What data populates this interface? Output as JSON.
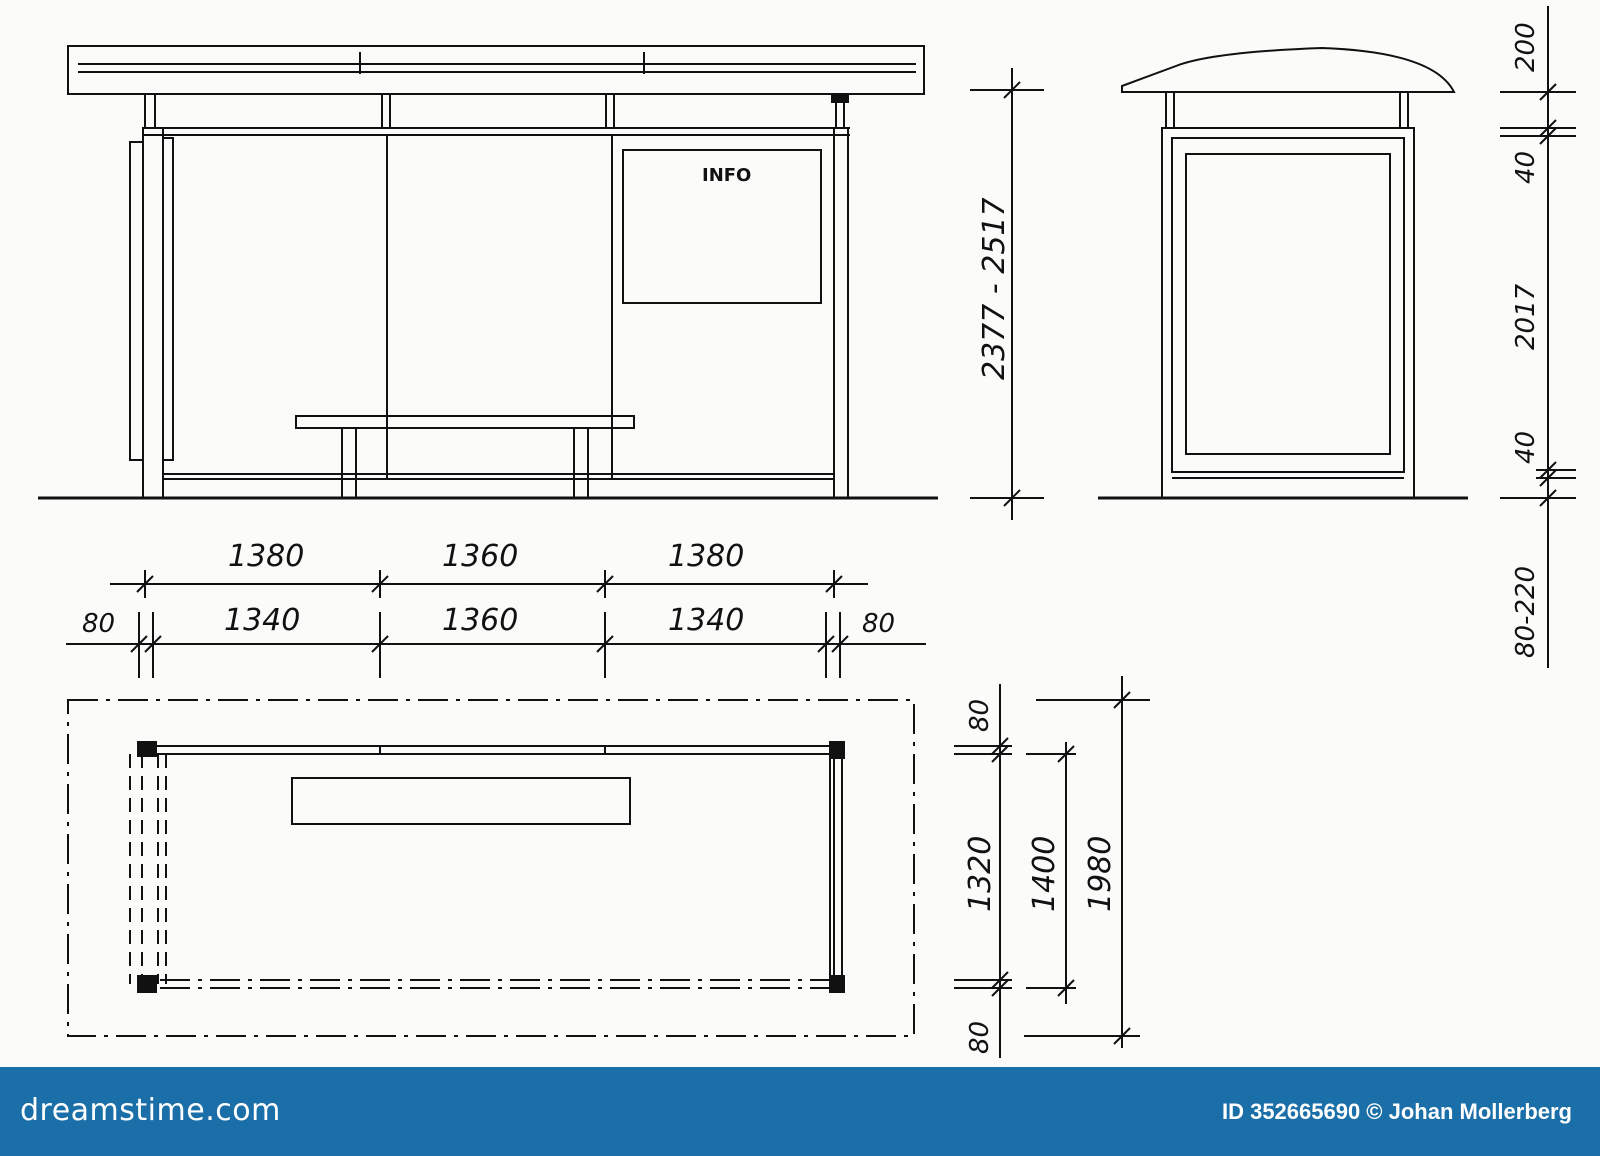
{
  "drawing": {
    "info_label": "INFO",
    "front_height": "2377 - 2517",
    "side_dims": [
      "200",
      "40",
      "2017",
      "40",
      "80-220"
    ],
    "top_row": [
      "1380",
      "1360",
      "1380"
    ],
    "bottom_row": [
      "80",
      "1340",
      "1360",
      "1340",
      "80"
    ],
    "plan_dims": [
      "80",
      "1320",
      "80",
      "1400",
      "1980"
    ]
  },
  "footer": {
    "brand": "dreamstime.com",
    "credit": "ID 352665690 © Johan Mollerberg",
    "bg_color": "#1b6fa8"
  }
}
